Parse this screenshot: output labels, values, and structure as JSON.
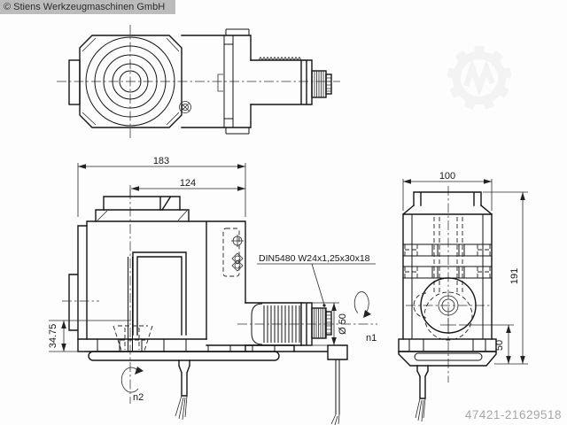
{
  "branding": {
    "copyright": "© Stiens Werkzeugmaschinen GmbH",
    "part_number": "47421-21629518"
  },
  "drawing": {
    "spline_spec_label": "DIN5480 W24x1,25x30x18",
    "front_view": {
      "width_total": "183",
      "width_to_axis": "124",
      "flange_height": "34.75",
      "shank_diameter": "Ø 50",
      "shank_speed_label": "n1",
      "output_speed_label": "n2"
    },
    "side_view": {
      "width": "100",
      "height_total": "191",
      "axis_to_base": "50"
    }
  },
  "colors": {
    "line": "#141414",
    "dimension_line": "#222222",
    "copyright_bg": "#bcbcbc",
    "copyright_text": "#2d2d2d",
    "part_number_text": "#a6a6a6",
    "watermark_gray": "#f3f3f3",
    "background": "#fdfdfd"
  }
}
